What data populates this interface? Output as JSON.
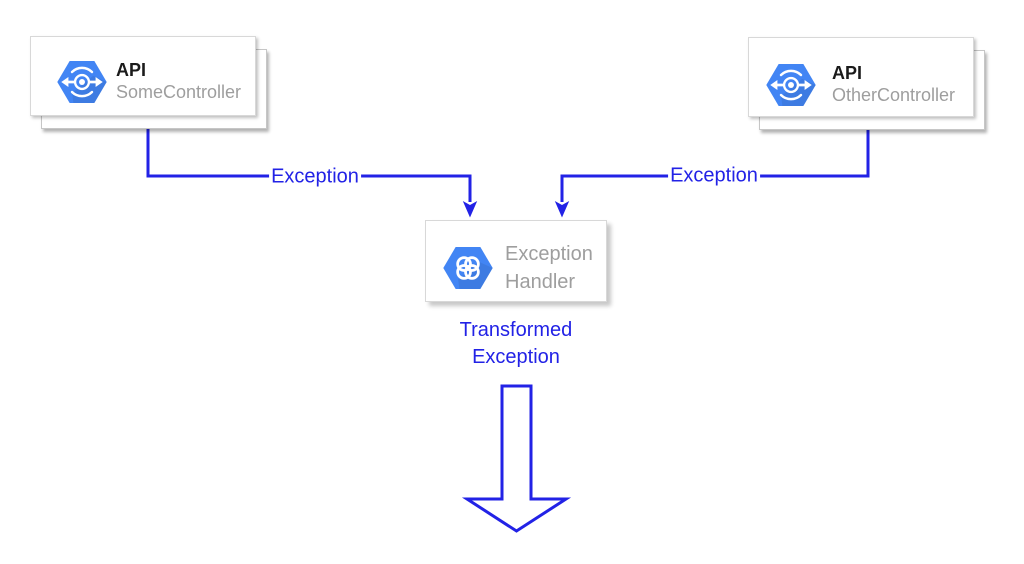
{
  "nodes": {
    "some_controller": {
      "title": "API",
      "subtitle": "SomeController",
      "icon": "api-hexagon-icon"
    },
    "other_controller": {
      "title": "API",
      "subtitle": "OtherController",
      "icon": "api-hexagon-icon"
    },
    "exception_handler": {
      "label": "Exception Handler",
      "icon": "knot-hexagon-icon"
    }
  },
  "edges": {
    "left_exception_label": "Exception",
    "right_exception_label": "Exception",
    "output_label": "Transformed Exception"
  },
  "colors": {
    "edge_blue": "#2222E6",
    "icon_blue": "#4285F4",
    "muted_text_gray": "#9E9E9E"
  }
}
